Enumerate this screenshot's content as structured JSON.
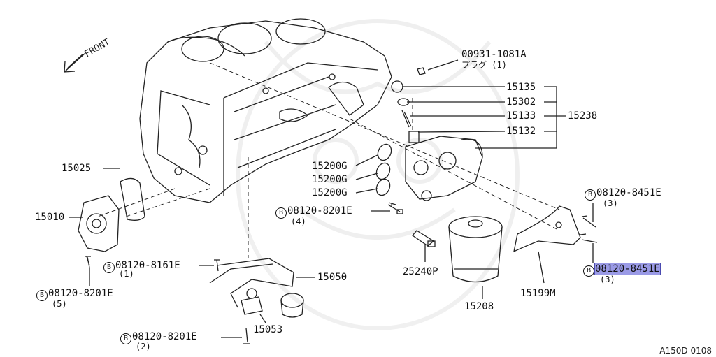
{
  "diagram": {
    "direction_label": "FRONT",
    "diagram_code": "A150D 0108",
    "callouts": [
      {
        "id": "plug-part",
        "text": "00931-1081A",
        "sub": "プラグ (1)"
      },
      {
        "id": "p15135",
        "text": "15135"
      },
      {
        "id": "p15302",
        "text": "15302"
      },
      {
        "id": "p15133",
        "text": "15133"
      },
      {
        "id": "p15238",
        "text": "15238"
      },
      {
        "id": "p15132",
        "text": "15132"
      },
      {
        "id": "p15025",
        "text": "15025"
      },
      {
        "id": "p15200g-a",
        "text": "15200G"
      },
      {
        "id": "p15200g-b",
        "text": "15200G"
      },
      {
        "id": "p15200g-c",
        "text": "15200G"
      },
      {
        "id": "bolt-8451-top",
        "prefix": "B",
        "text": "08120-8451E",
        "sub": "(3)"
      },
      {
        "id": "bolt-8201-mid",
        "prefix": "B",
        "text": "08120-8201E",
        "sub": "(4)"
      },
      {
        "id": "p15010",
        "text": "15010"
      },
      {
        "id": "bolt-8161",
        "prefix": "B",
        "text": "08120-8161E",
        "sub": "(1)"
      },
      {
        "id": "p15050",
        "text": "15050"
      },
      {
        "id": "p25240p",
        "text": "25240P"
      },
      {
        "id": "bolt-8451-bot",
        "prefix": "B",
        "text": "08120-8451E",
        "sub": "(3)",
        "highlighted": true
      },
      {
        "id": "bolt-8201-left",
        "prefix": "B",
        "text": "08120-8201E",
        "sub": "(5)"
      },
      {
        "id": "p15199m",
        "text": "15199M"
      },
      {
        "id": "p15208",
        "text": "15208"
      },
      {
        "id": "p15053",
        "text": "15053"
      },
      {
        "id": "bolt-8201-bottom",
        "prefix": "B",
        "text": "08120-8201E",
        "sub": "(2)"
      }
    ]
  },
  "colors": {
    "line": "#222222",
    "highlight": "#9a9ae6"
  }
}
